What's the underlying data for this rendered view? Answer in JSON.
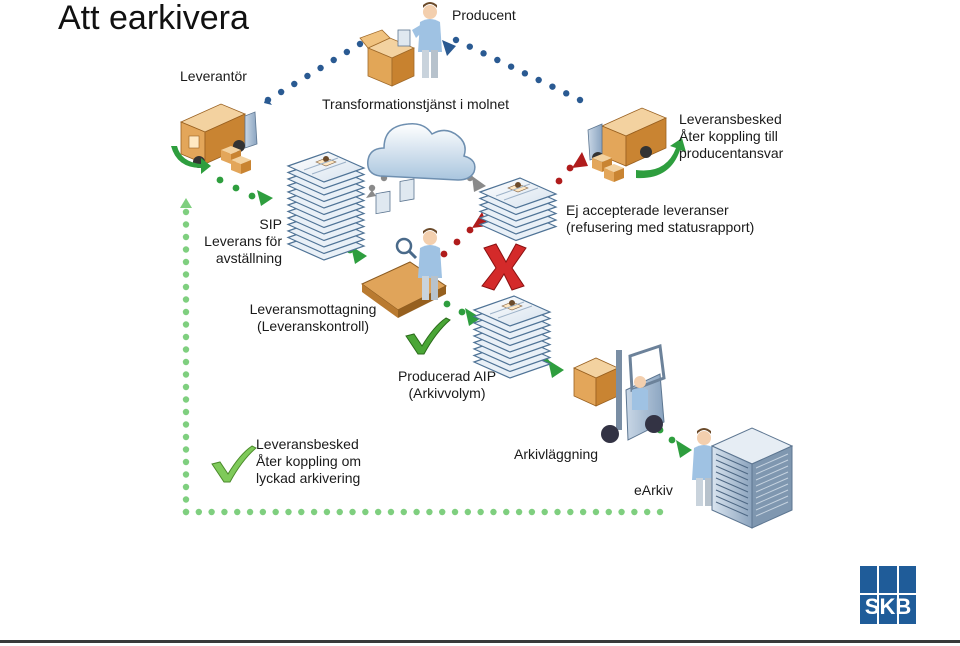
{
  "title": "Att earkivera",
  "labels": {
    "producent": "Producent",
    "leverantor": "Leverantör",
    "transformation": "Transformationstjänst i molnet",
    "leveransbesked_top_1": "Leveransbesked",
    "leveransbesked_top_2": "Åter koppling till",
    "leveransbesked_top_3": "producentansvar",
    "sip_1": "SIP",
    "sip_2": "Leverans för",
    "sip_3": "avställning",
    "ej_1": "Ej accepterade leveranser",
    "ej_2": "(refusering med statusrapport)",
    "mottagning_1": "Leveransmottagning",
    "mottagning_2": "(Leveranskontroll)",
    "aip_1": "Producerad AIP",
    "aip_2": "(Arkivvolym)",
    "leveransbesked_bottom_1": "Leveransbesked",
    "leveransbesked_bottom_2": "Åter koppling om",
    "leveransbesked_bottom_3": "lyckad arkivering",
    "arkivlaggning": "Arkivläggning",
    "earkiv": "eArkiv"
  },
  "logo": {
    "text": "SKB",
    "color": "#1f5c99"
  },
  "colors": {
    "blue_dots": "#2a5a92",
    "green_dots": "#2e9e3e",
    "red_dots": "#b01c1c",
    "grey_dots": "#8a8a8a"
  }
}
